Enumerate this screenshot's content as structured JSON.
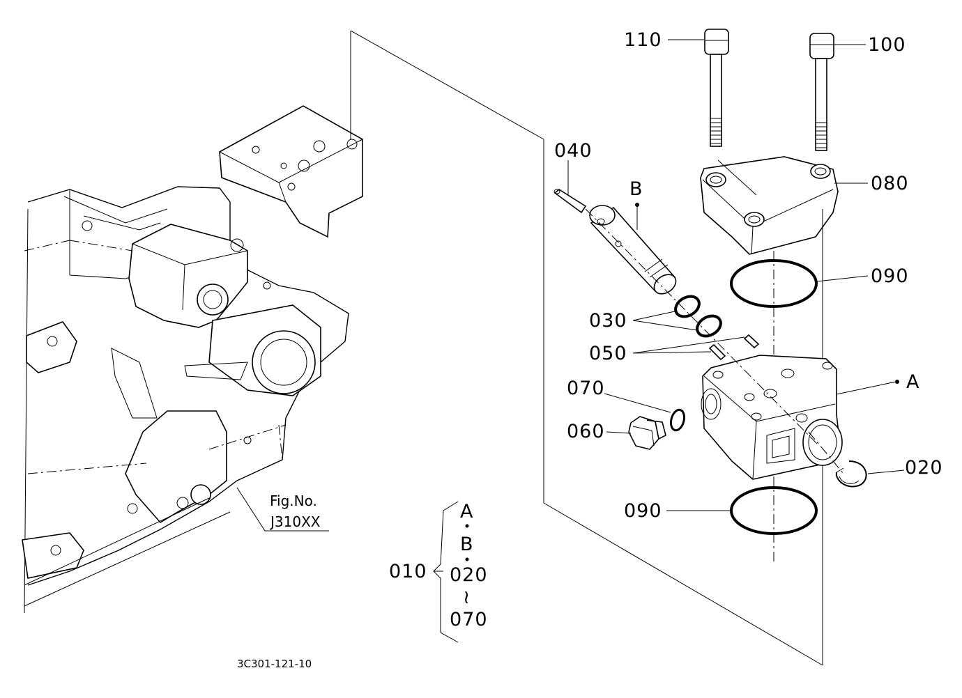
{
  "labels": {
    "p110": "110",
    "p100": "100",
    "p040": "040",
    "pB": "B",
    "p080": "080",
    "p090_top": "090",
    "p030": "030",
    "p050": "050",
    "pA": "A",
    "p070": "070",
    "p060": "060",
    "p020": "020",
    "p090_bottom": "090",
    "p010": "010"
  },
  "reference": {
    "fig_label": "Fig.No.",
    "fig_number": "J310XX"
  },
  "assembly_note": {
    "line1": "A",
    "line2": "B",
    "line3": "020",
    "line4": "≀",
    "line5": "070"
  },
  "drawing_code": "3C301-121-10"
}
